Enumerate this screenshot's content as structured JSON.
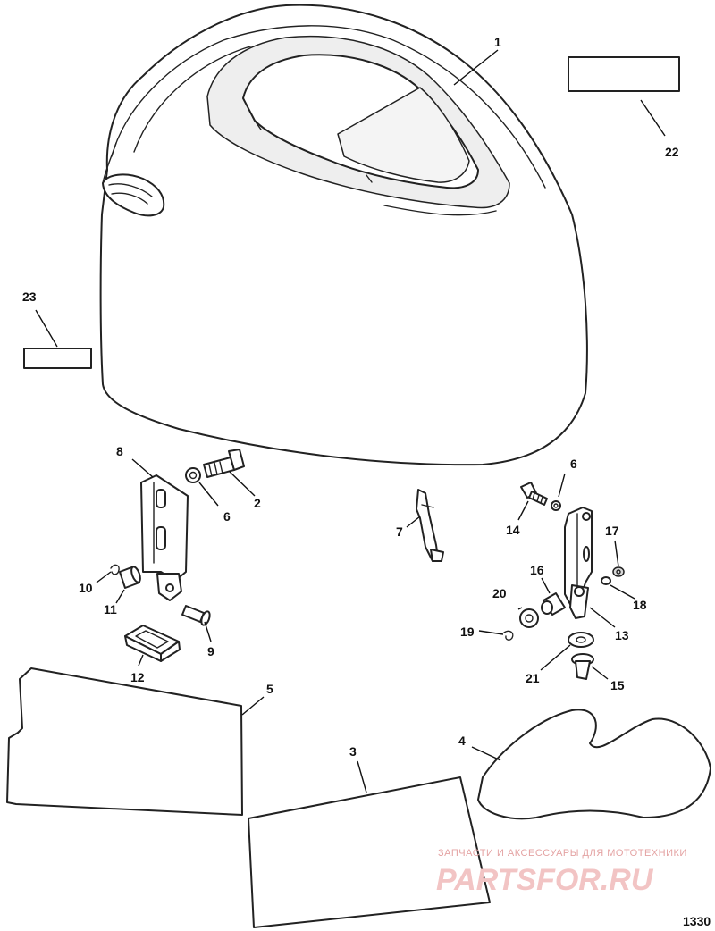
{
  "callouts": [
    "1",
    "2",
    "3",
    "4",
    "5",
    "6",
    "6",
    "7",
    "8",
    "9",
    "10",
    "11",
    "12",
    "13",
    "14",
    "15",
    "16",
    "17",
    "18",
    "19",
    "20",
    "21",
    "22",
    "23"
  ],
  "watermark": {
    "tagline": "ЗАПЧАСТИ И АКСЕССУАРЫ ДЛЯ МОТОТЕХНИКИ",
    "logo": "PARTSFOR.RU"
  },
  "figure_number": "1330"
}
